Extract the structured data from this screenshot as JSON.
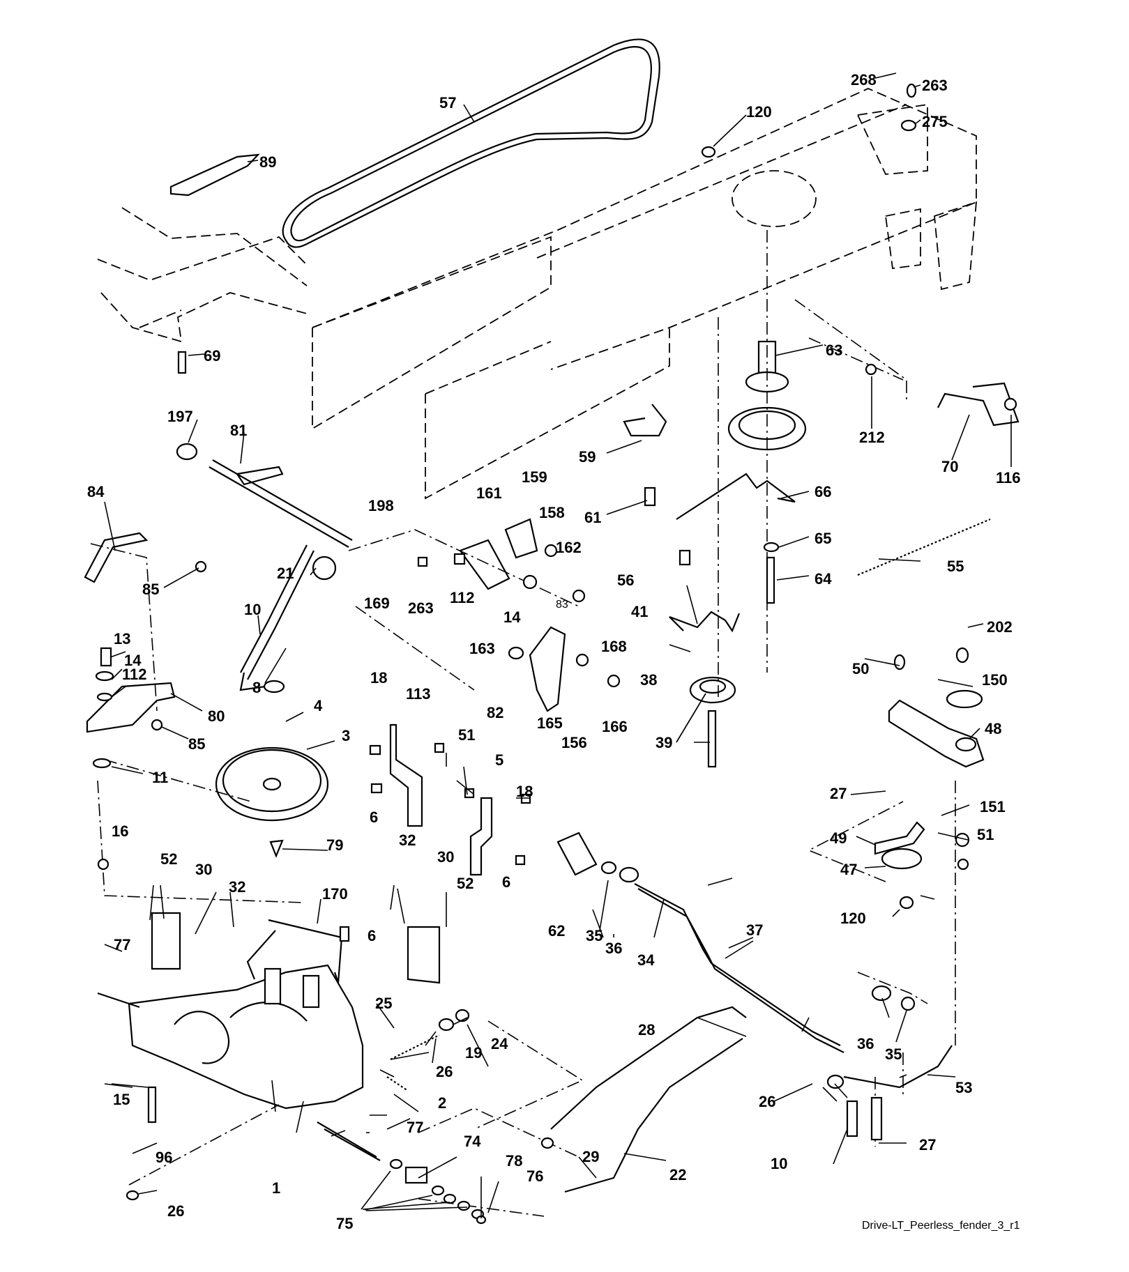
{
  "caption": "Drive-LT_Peerless_fender_3_r1",
  "labels": [
    "1",
    "2",
    "3",
    "4",
    "5",
    "6",
    "6",
    "6",
    "8",
    "10",
    "10",
    "11",
    "13",
    "14",
    "14",
    "15",
    "16",
    "18",
    "18",
    "19",
    "21",
    "22",
    "24",
    "25",
    "26",
    "26",
    "26",
    "27",
    "27",
    "28",
    "29",
    "30",
    "30",
    "32",
    "32",
    "34",
    "35",
    "35",
    "36",
    "36",
    "37",
    "38",
    "39",
    "41",
    "47",
    "48",
    "49",
    "50",
    "51",
    "51",
    "52",
    "52",
    "53",
    "55",
    "56",
    "57",
    "59",
    "61",
    "62",
    "63",
    "64",
    "65",
    "66",
    "69",
    "70",
    "74",
    "75",
    "76",
    "77",
    "77",
    "78",
    "79",
    "80",
    "81",
    "82",
    "83",
    "84",
    "85",
    "85",
    "89",
    "96",
    "112",
    "112",
    "113",
    "116",
    "120",
    "120",
    "150",
    "151",
    "156",
    "158",
    "159",
    "161",
    "162",
    "163",
    "165",
    "166",
    "168",
    "169",
    "170",
    "197",
    "198",
    "202",
    "212",
    "263",
    "263",
    "268",
    "275"
  ]
}
